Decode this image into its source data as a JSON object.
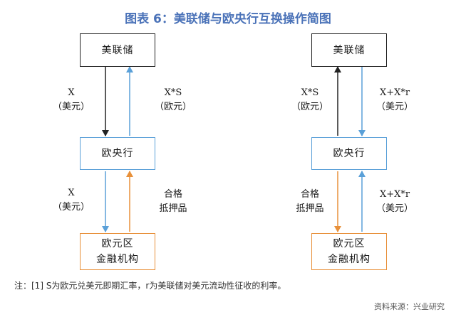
{
  "title": "图表 6：美联储与欧央行互换操作简图",
  "left": {
    "fed_box": "美联储",
    "ecb_box": "欧央行",
    "inst_box_line1": "欧元区",
    "inst_box_line2": "金融机构",
    "fed_to_ecb": {
      "line1": "X",
      "line2": "（美元）"
    },
    "ecb_to_fed": {
      "line1": "X*S",
      "line2": "（欧元）"
    },
    "ecb_to_inst": {
      "line1": "X",
      "line2": "（美元）"
    },
    "inst_to_ecb": {
      "line1": "合格",
      "line2": "抵押品"
    }
  },
  "right": {
    "fed_box": "美联储",
    "ecb_box": "欧央行",
    "inst_box_line1": "欧元区",
    "inst_box_line2": "金融机构",
    "ecb_to_fed": {
      "line1": "X*S",
      "line2": "（欧元）"
    },
    "fed_to_ecb": {
      "line1": "X+X*r",
      "line2": "（美元）"
    },
    "ecb_to_inst": {
      "line1": "合格",
      "line2": "抵押品"
    },
    "inst_to_ecb": {
      "line1": "X+X*r",
      "line2": "（美元）"
    }
  },
  "note": "注：[1] S为欧元兑美元即期汇率，r为美联储对美元流动性征收的利率。",
  "source": "资料来源：兴业研究",
  "colors": {
    "title": "#4a72b8",
    "black": "#222222",
    "blue": "#5aa0d8",
    "orange": "#e8903a"
  }
}
